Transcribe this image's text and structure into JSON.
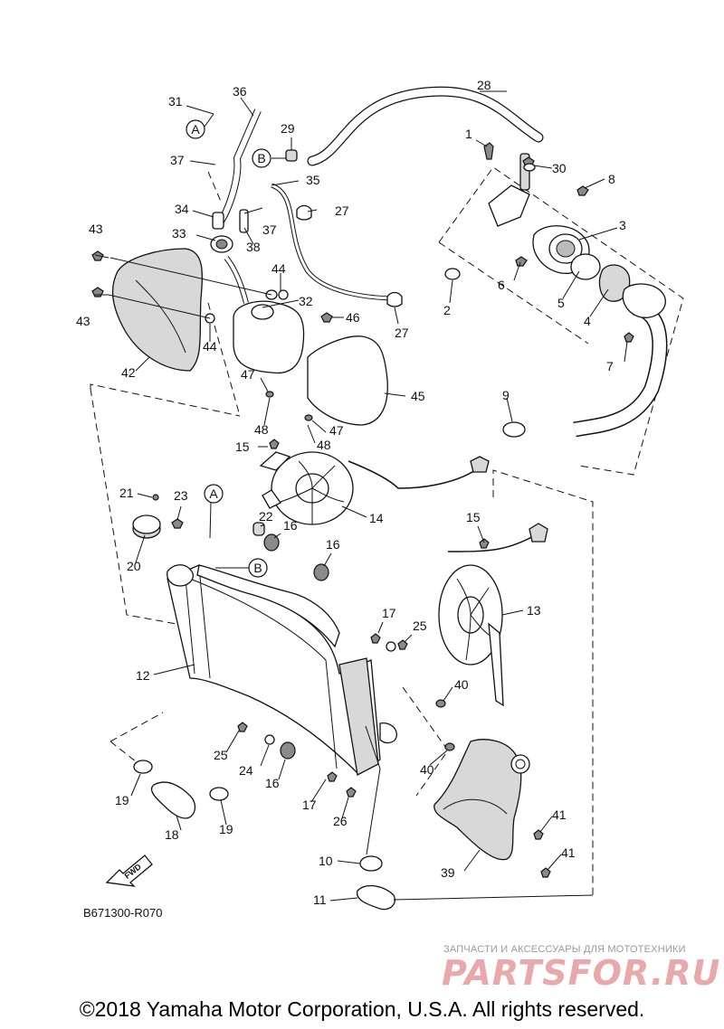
{
  "diagram_code": "B671300-R070",
  "watermark": {
    "tagline": "ЗАПЧАСТИ И АКСЕССУАРЫ ДЛЯ МОТОТЕХНИКИ",
    "brand": "PARTSFOR.RU"
  },
  "copyright": "©2018 Yamaha Motor Corporation, U.S.A. All rights reserved.",
  "fwd_label": "FWD",
  "ref_markers": {
    "a": "A",
    "b": "B"
  },
  "callouts": {
    "c1": "1",
    "c2": "2",
    "c3": "3",
    "c4": "4",
    "c5": "5",
    "c6": "6",
    "c7": "7",
    "c8": "8",
    "c9": "9",
    "c10": "10",
    "c11": "11",
    "c12": "12",
    "c13": "13",
    "c14": "14",
    "c15": "15",
    "c16": "16",
    "c17": "17",
    "c18": "18",
    "c19": "19",
    "c20": "20",
    "c21": "21",
    "c22": "22",
    "c23": "23",
    "c24": "24",
    "c25": "25",
    "c26": "26",
    "c27": "27",
    "c28": "28",
    "c29": "29",
    "c30": "30",
    "c31": "31",
    "c32": "32",
    "c33": "33",
    "c34": "34",
    "c35": "35",
    "c36": "36",
    "c37": "37",
    "c38": "38",
    "c39": "39",
    "c40": "40",
    "c41": "41",
    "c42": "42",
    "c43": "43",
    "c44": "44",
    "c45": "45",
    "c46": "46",
    "c47": "47",
    "c48": "48"
  }
}
